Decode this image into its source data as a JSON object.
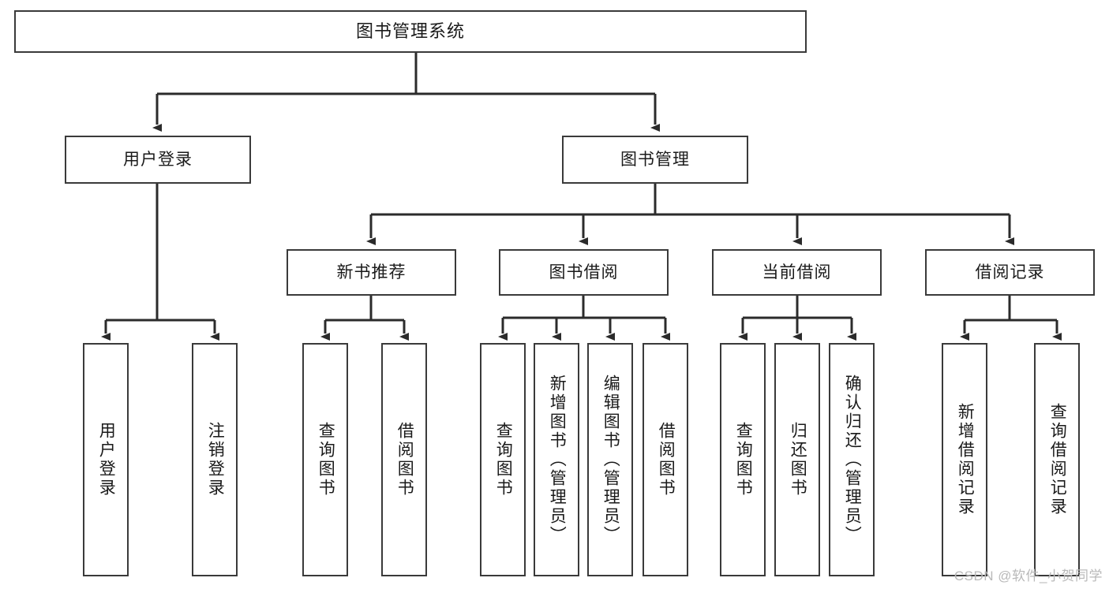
{
  "diagram": {
    "title": "图书管理系统",
    "type": "tree",
    "levels": 4,
    "colors": {
      "box_border": "#3a3a3a",
      "box_fill": "#ffffff",
      "connector": "#2b2b2b",
      "text": "#1a1a1a",
      "watermark": "#b9b9b9"
    },
    "root": {
      "label": "图书管理系统"
    },
    "level2": [
      {
        "id": "user-login",
        "label": "用户登录"
      },
      {
        "id": "book-manage",
        "label": "图书管理"
      }
    ],
    "level3": [
      {
        "id": "new-book-recommend",
        "label": "新书推荐"
      },
      {
        "id": "book-borrow",
        "label": "图书借阅"
      },
      {
        "id": "current-borrow",
        "label": "当前借阅"
      },
      {
        "id": "borrow-record",
        "label": "借阅记录"
      }
    ],
    "leaves": [
      {
        "id": "leaf-user-login",
        "label": "用户登录",
        "parent": "user-login"
      },
      {
        "id": "leaf-logout-login",
        "label": "注销登录",
        "parent": "user-login"
      },
      {
        "id": "leaf-query-book-1",
        "label": "查询图书",
        "parent": "new-book-recommend"
      },
      {
        "id": "leaf-borrow-book-1",
        "label": "借阅图书",
        "parent": "new-book-recommend"
      },
      {
        "id": "leaf-query-book-2",
        "label": "查询图书",
        "parent": "book-borrow"
      },
      {
        "id": "leaf-add-book",
        "label": "新增图书（管理员）",
        "parent": "book-borrow"
      },
      {
        "id": "leaf-edit-book",
        "label": "编辑图书（管理员）",
        "parent": "book-borrow"
      },
      {
        "id": "leaf-borrow-book-2",
        "label": "借阅图书",
        "parent": "book-borrow"
      },
      {
        "id": "leaf-query-book-3",
        "label": "查询图书",
        "parent": "current-borrow"
      },
      {
        "id": "leaf-return-book",
        "label": "归还图书",
        "parent": "current-borrow"
      },
      {
        "id": "leaf-confirm-return",
        "label": "确认归还（管理员）",
        "parent": "current-borrow"
      },
      {
        "id": "leaf-add-record",
        "label": "新增借阅记录",
        "parent": "borrow-record"
      },
      {
        "id": "leaf-query-record",
        "label": "查询借阅记录",
        "parent": "borrow-record"
      }
    ]
  },
  "watermark": {
    "text": "CSDN @软件_小贺同学"
  }
}
